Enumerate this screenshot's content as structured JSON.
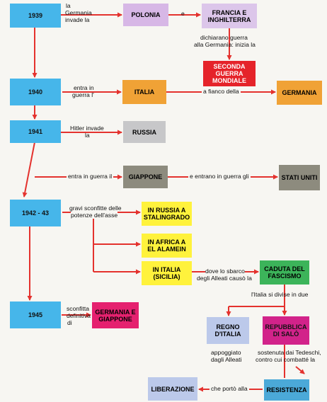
{
  "colors": {
    "year": "#46b6ea",
    "arrow": "#e4322e",
    "polonia": "#d7b7e6",
    "francia": "#dcc6ea",
    "seconda": "#e5232a",
    "italia": "#f0a236",
    "germania": "#f0a236",
    "russia": "#c7c7c9",
    "giappone": "#8d8b7e",
    "stati_uniti": "#8d8b7e",
    "yellow": "#fff23c",
    "caduta": "#3cb45a",
    "regno": "#bcc9ea",
    "repubblica": "#d2238a",
    "liberazione": "#bcc9ea",
    "resistenza": "#4ba9d8",
    "germania_giappone": "#e5216f"
  },
  "years": {
    "y1939": "1939",
    "y1940": "1940",
    "y1941": "1941",
    "y1942": "1942 - 43",
    "y1945": "1945"
  },
  "boxes": {
    "polonia": "POLONIA",
    "francia": "FRANCIA E INGHILTERRA",
    "seconda": "SECONDA GUERRA MONDIALE",
    "italia": "ITALIA",
    "germania": "GERMANIA",
    "russia": "RUSSIA",
    "giappone": "GIAPPONE",
    "stati_uniti": "STATI UNITI",
    "russia_stalingrado": "IN RUSSIA A STALINGRADO",
    "africa": "IN AFRICA A EL ALAMEIN",
    "sicilia": "IN ITALIA (SICILIA)",
    "caduta": "CADUTA DEL FASCISMO",
    "regno": "REGNO D'ITALIA",
    "repubblica": "REPUBBLICA DI SALÒ",
    "liberazione": "LIBERAZIONE",
    "resistenza": "RESISTENZA",
    "germania_giappone": "GERMANIA E GIAPPONE"
  },
  "labels": {
    "la_germania_1": "la",
    "la_germania_2": "Germania",
    "la_germania_3": "invade la",
    "e": "e",
    "dichiarano_1": "dichiarano guerra",
    "dichiarano_2": "alla Germania: inizia la",
    "entra_1": "entra in",
    "entra_2": "guerra l'",
    "a_fianco": "a fianco della",
    "hitler_1": "Hitler invade",
    "hitler_2": "la",
    "entra_guerra_il": "entra in guerra il",
    "entrano": "e entrano in guerra gli",
    "gravi_1": "gravi sconfitte delle",
    "gravi_2": "potenze dell'asse",
    "sbarco_1": "dove lo sbarco",
    "sbarco_2": "degli Alleati causò la",
    "divise": "l'Italia si divise in due",
    "sconfitta_1": "sconfitta",
    "sconfitta_2": "definitiva",
    "sconfitta_3": "di",
    "appoggiato_1": "appoggiato",
    "appoggiato_2": "dagli Alleati",
    "sostenuta_1": "sostenuta dai Tedeschi,",
    "sostenuta_2": "contro cui combatté la",
    "che_porto": "che portò alla"
  }
}
